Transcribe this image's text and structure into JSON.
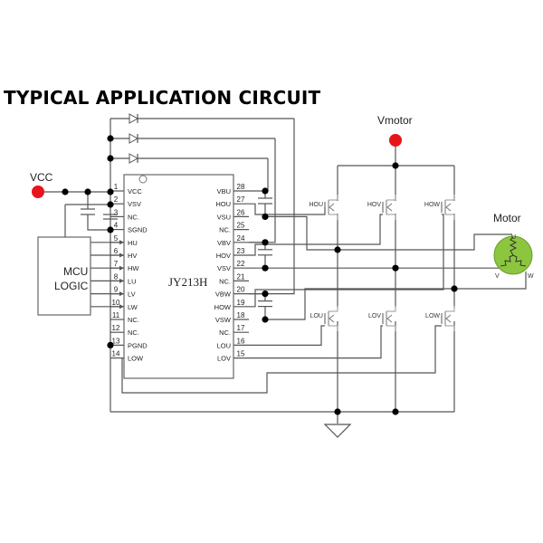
{
  "title": "TYPICAL APPLICATION CIRCUIT",
  "labels": {
    "vcc": "VCC",
    "vmotor": "Vmotor",
    "motor": "Motor",
    "mcu_line1": "MCU",
    "mcu_line2": "LOGIC",
    "chip": "JY213H",
    "motor_u": "U",
    "motor_v": "V",
    "motor_w": "W"
  },
  "chip_pins_left": [
    {
      "num": "1",
      "name": "VCC"
    },
    {
      "num": "2",
      "name": "VSV"
    },
    {
      "num": "3",
      "name": "NC."
    },
    {
      "num": "4",
      "name": "SGND"
    },
    {
      "num": "5",
      "name": "HU"
    },
    {
      "num": "6",
      "name": "HV"
    },
    {
      "num": "7",
      "name": "HW"
    },
    {
      "num": "8",
      "name": "LU"
    },
    {
      "num": "9",
      "name": "LV"
    },
    {
      "num": "10",
      "name": "LW"
    },
    {
      "num": "11",
      "name": "NC."
    },
    {
      "num": "12",
      "name": "NC."
    },
    {
      "num": "13",
      "name": "PGND"
    },
    {
      "num": "14",
      "name": "LOW"
    }
  ],
  "chip_pins_right": [
    {
      "num": "28",
      "name": "VBU"
    },
    {
      "num": "27",
      "name": "HOU"
    },
    {
      "num": "26",
      "name": "VSU"
    },
    {
      "num": "25",
      "name": "NC."
    },
    {
      "num": "24",
      "name": "VBV"
    },
    {
      "num": "23",
      "name": "HOV"
    },
    {
      "num": "22",
      "name": "VSV"
    },
    {
      "num": "21",
      "name": "NC."
    },
    {
      "num": "20",
      "name": "VBW"
    },
    {
      "num": "19",
      "name": "HOW"
    },
    {
      "num": "18",
      "name": "VSW"
    },
    {
      "num": "17",
      "name": "NC."
    },
    {
      "num": "16",
      "name": "LOU"
    },
    {
      "num": "15",
      "name": "LOV"
    }
  ],
  "mosfets": {
    "high": [
      "HOU",
      "HOV",
      "HOW"
    ],
    "low": [
      "LOU",
      "LOV",
      "LOW"
    ]
  },
  "colors": {
    "supply_dot": "#e8141b",
    "motor_fill": "#8cc63f"
  }
}
